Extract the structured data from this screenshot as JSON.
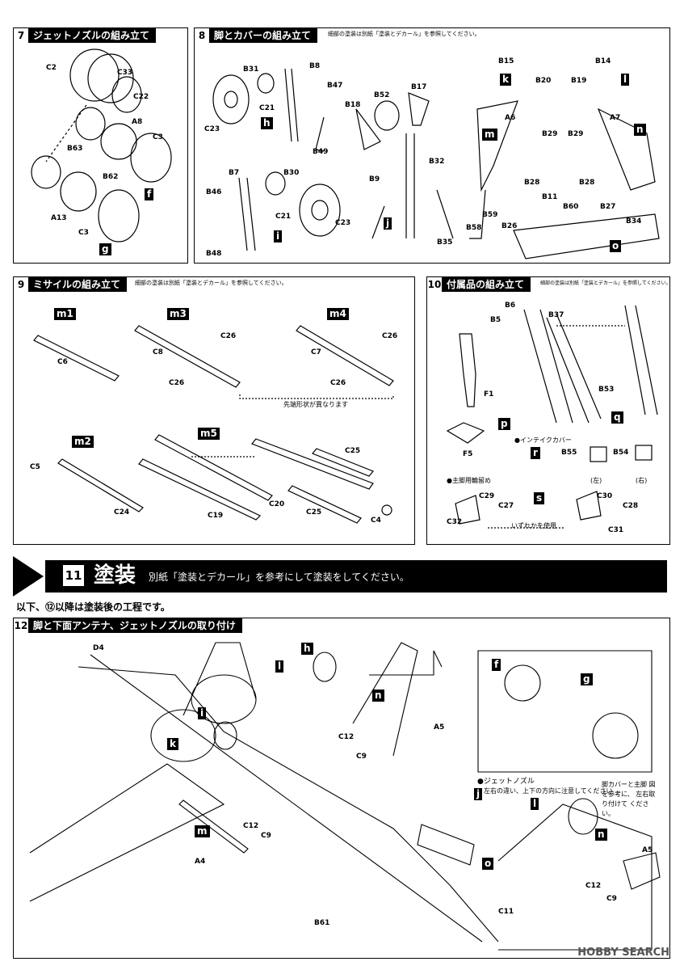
{
  "step7": {
    "num": "7",
    "title": "ジェットノズルの組み立て",
    "parts": [
      "C2",
      "C33",
      "C22",
      "A8",
      "C3",
      "B63",
      "B62",
      "A13",
      "C3"
    ],
    "tags": [
      "f",
      "g"
    ]
  },
  "step8": {
    "num": "8",
    "title": "脚とカバーの組み立て",
    "note": "細部の塗装は別紙「塗装とデカール」を参照してください。",
    "parts": [
      "B31",
      "B8",
      "B47",
      "C21",
      "C23",
      "B49",
      "B15",
      "B20",
      "B14",
      "B19",
      "A6",
      "B29",
      "B29",
      "A7",
      "B52",
      "B17",
      "B18",
      "B32",
      "B9",
      "B7",
      "B30",
      "B46",
      "C21",
      "C23",
      "B48",
      "B58",
      "B59",
      "B35",
      "B28",
      "B11",
      "B28",
      "B60",
      "B27",
      "B26",
      "B34"
    ],
    "tags": [
      "h",
      "i",
      "j",
      "k",
      "l",
      "m",
      "n",
      "o"
    ]
  },
  "step9": {
    "num": "9",
    "title": "ミサイルの組み立て",
    "note": "細部の塗装は別紙「塗装とデカール」を参照してください。",
    "groups": [
      "m1",
      "m3",
      "m4",
      "m2",
      "m5"
    ],
    "parts": [
      "C6",
      "C8",
      "C26",
      "C26",
      "C7",
      "C26",
      "C26",
      "C5",
      "C24",
      "C19",
      "C20",
      "C25",
      "C25",
      "C4"
    ],
    "tipnote": "先端形状が異なります"
  },
  "step10": {
    "num": "10",
    "title": "付属品の組み立て",
    "note": "細部の塗装は別紙「塗装とデカール」を参照してください。",
    "parts": [
      "B6",
      "B37",
      "B5",
      "F1",
      "B53",
      "F5",
      "B55",
      "B54",
      "C29",
      "C27",
      "C30",
      "C28",
      "C32",
      "C31"
    ],
    "tags": [
      "p",
      "q",
      "r",
      "s"
    ],
    "intake": "●インテイクカバー",
    "left": "(左)",
    "right": "(右)",
    "chock": "●主脚用輪留め",
    "either": "いずれかを使用"
  },
  "step11": {
    "num": "11",
    "title": "塗装",
    "note": "別紙「塗装とデカール」を参考にして塗装をしてください。"
  },
  "after": "以下、⑫以降は塗装後の工程です。",
  "step12": {
    "num": "12",
    "title": "脚と下面アンテナ、ジェットノズルの取り付け",
    "parts": [
      "D4",
      "C12",
      "C9",
      "A5",
      "C12",
      "C9",
      "A4",
      "B61",
      "C11",
      "C12",
      "C9",
      "A5"
    ],
    "tags": [
      "h",
      "l",
      "n",
      "i",
      "k",
      "j",
      "m",
      "o",
      "f",
      "g",
      "l",
      "n"
    ],
    "nozzle_note_title": "●ジェットノズル",
    "nozzle_note": "左右の違い、上下の方向に注意してください",
    "gear_note": "脚カバーと主脚 図を参考に、 左右取り付けて ください。"
  },
  "watermark": "HOBBY SEARCH"
}
